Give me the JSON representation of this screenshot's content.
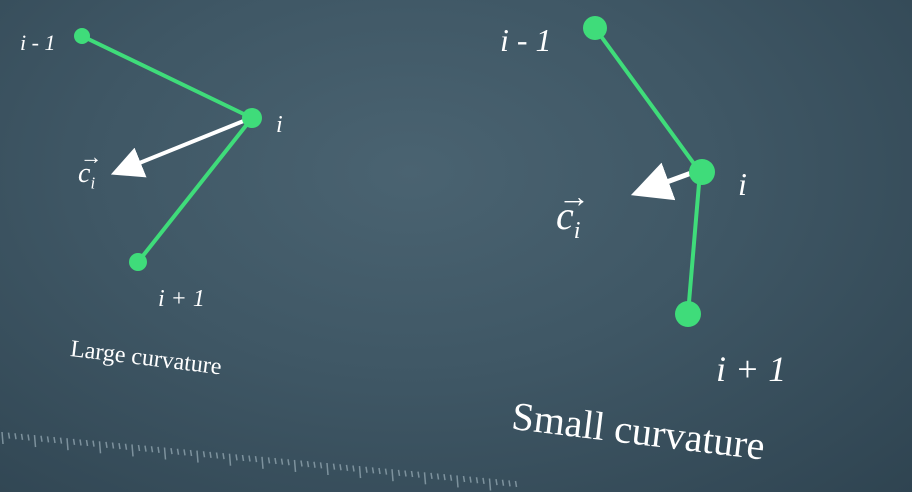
{
  "diagrams": [
    {
      "id": "large",
      "labels": {
        "prev": "i - 1",
        "curr": "i",
        "next": "i + 1",
        "vector": "c",
        "vector_sub": "i"
      },
      "caption": "Large curvature"
    },
    {
      "id": "small",
      "labels": {
        "prev": "i - 1",
        "curr": "i",
        "next": "i + 1",
        "vector": "c",
        "vector_sub": "i"
      },
      "caption": "Small curvature"
    }
  ],
  "colors": {
    "node": "#3fdc7a",
    "edge": "#3fdc7a",
    "vector": "#ffffff",
    "background": "#3f5765"
  },
  "arrow_symbol": "→"
}
